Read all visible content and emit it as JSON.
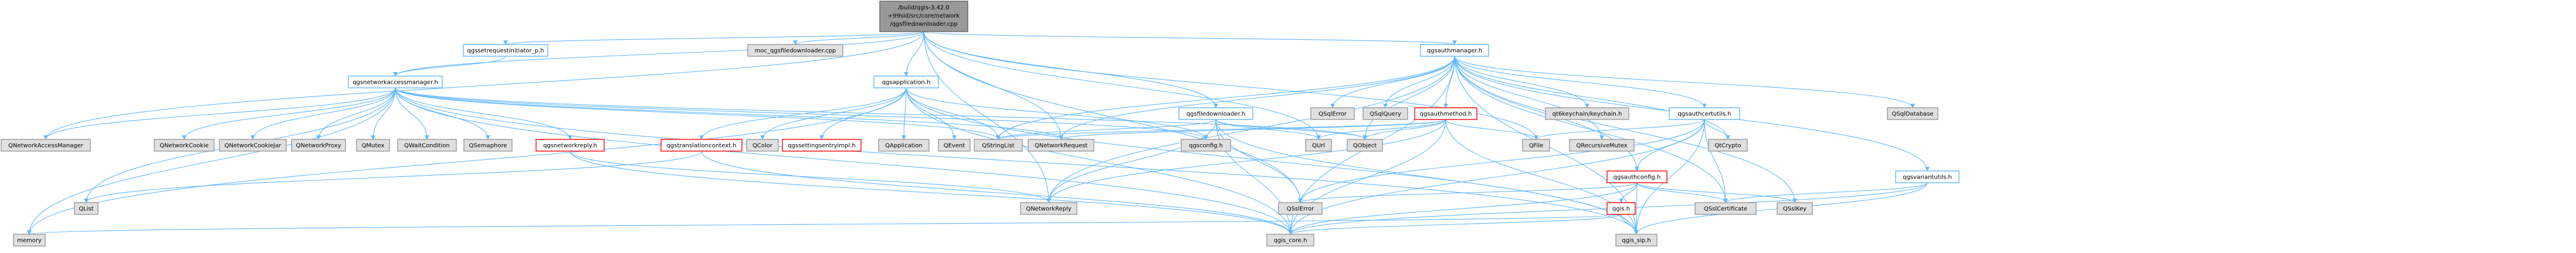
{
  "graph": {
    "title": "Include dependency graph",
    "colors": {
      "edge": "#63B8FF",
      "node_fill": "#ffffff",
      "node_stroke": "#63B8FF",
      "external_fill": "#E0E0E0",
      "external_stroke": "#999999",
      "root_fill": "#999999",
      "root_stroke": "#666666",
      "highlight_stroke": "#FF0000"
    },
    "nodes": [
      {
        "id": "root",
        "label": "/build/qgis-3.42.0+99sid/src/core/network/qgsfiledownloader.cpp",
        "lines": [
          "/build/qgis-3.42.0",
          "+99sid/src/core/network",
          "/qgsfiledownloader.cpp"
        ],
        "kind": "root"
      },
      {
        "id": "qgssetrequestinitiator",
        "label": "qgssetrequestinitiator_p.h",
        "kind": "file"
      },
      {
        "id": "moc",
        "label": "moc_qgsfiledownloader.cpp",
        "kind": "external"
      },
      {
        "id": "qgsauthmanager",
        "label": "qgsauthmanager.h",
        "kind": "file"
      },
      {
        "id": "qgsnetworkaccessmanager",
        "label": "qgsnetworkaccessmanager.h",
        "kind": "file"
      },
      {
        "id": "qgsapplication",
        "label": "qgsapplication.h",
        "kind": "file"
      },
      {
        "id": "qgsfiledownloader",
        "label": "qgsfiledownloader.h",
        "kind": "file"
      },
      {
        "id": "QSqlError",
        "label": "QSqlError",
        "kind": "external"
      },
      {
        "id": "QSqlQuery",
        "label": "QSqlQuery",
        "kind": "external"
      },
      {
        "id": "qgsauthmethod",
        "label": "qgsauthmethod.h",
        "kind": "highlight"
      },
      {
        "id": "qt6keychain",
        "label": "qt6keychain/keychain.h",
        "kind": "external"
      },
      {
        "id": "qgsauthcertutils",
        "label": "qgsauthcertutils.h",
        "kind": "file"
      },
      {
        "id": "QSqlDatabase",
        "label": "QSqlDatabase",
        "kind": "external"
      },
      {
        "id": "QNetworkAccessManager",
        "label": "QNetworkAccessManager",
        "kind": "external"
      },
      {
        "id": "QNetworkCookie",
        "label": "QNetworkCookie",
        "kind": "external"
      },
      {
        "id": "QNetworkCookieJar",
        "label": "QNetworkCookieJar",
        "kind": "external"
      },
      {
        "id": "QNetworkProxy",
        "label": "QNetworkProxy",
        "kind": "external"
      },
      {
        "id": "QMutex",
        "label": "QMutex",
        "kind": "external"
      },
      {
        "id": "QWaitCondition",
        "label": "QWaitCondition",
        "kind": "external"
      },
      {
        "id": "QSemaphore",
        "label": "QSemaphore",
        "kind": "external"
      },
      {
        "id": "qgsnetworkreply",
        "label": "qgsnetworkreply.h",
        "kind": "highlight"
      },
      {
        "id": "qgstranslationcontext",
        "label": "qgstranslationcontext.h",
        "kind": "highlight"
      },
      {
        "id": "QColor",
        "label": "QColor",
        "kind": "external"
      },
      {
        "id": "qgssettingsentryimpl",
        "label": "qgssettingsentryimpl.h",
        "kind": "highlight"
      },
      {
        "id": "QApplication",
        "label": "QApplication",
        "kind": "external"
      },
      {
        "id": "QEvent",
        "label": "QEvent",
        "kind": "external"
      },
      {
        "id": "QStringList",
        "label": "QStringList",
        "kind": "external"
      },
      {
        "id": "QNetworkRequest",
        "label": "QNetworkRequest",
        "kind": "external"
      },
      {
        "id": "qgsconfig",
        "label": "qgsconfig.h",
        "kind": "external"
      },
      {
        "id": "QUrl",
        "label": "QUrl",
        "kind": "external"
      },
      {
        "id": "QObject",
        "label": "QObject",
        "kind": "external"
      },
      {
        "id": "QFile",
        "label": "QFile",
        "kind": "external"
      },
      {
        "id": "QRecursiveMutex",
        "label": "QRecursiveMutex",
        "kind": "external"
      },
      {
        "id": "QtCrypto",
        "label": "QtCrypto",
        "kind": "external"
      },
      {
        "id": "qgsvariantutils",
        "label": "qgsvariantutils.h",
        "kind": "file"
      },
      {
        "id": "qgsauthconfig",
        "label": "qgsauthconfig.h",
        "kind": "highlight"
      },
      {
        "id": "QList",
        "label": "QList",
        "kind": "external"
      },
      {
        "id": "QNetworkReply",
        "label": "QNetworkReply",
        "kind": "external"
      },
      {
        "id": "QSslError",
        "label": "QSslError",
        "kind": "external"
      },
      {
        "id": "qgis",
        "label": "qgis.h",
        "kind": "highlight"
      },
      {
        "id": "QSslCertificate",
        "label": "QSslCertificate",
        "kind": "external"
      },
      {
        "id": "QSslKey",
        "label": "QSslKey",
        "kind": "external"
      },
      {
        "id": "memory",
        "label": "memory",
        "kind": "external"
      },
      {
        "id": "qgis_core",
        "label": "qgis_core.h",
        "kind": "external"
      },
      {
        "id": "qgis_sip",
        "label": "qgis_sip.h",
        "kind": "external"
      }
    ],
    "edges": [
      [
        "root",
        "qgssetrequestinitiator"
      ],
      [
        "root",
        "moc"
      ],
      [
        "root",
        "qgsauthmanager"
      ],
      [
        "root",
        "qgsnetworkaccessmanager"
      ],
      [
        "root",
        "qgsapplication"
      ],
      [
        "root",
        "qgsfiledownloader"
      ],
      [
        "root",
        "QNetworkAccessManager"
      ],
      [
        "root",
        "QNetworkRequest"
      ],
      [
        "root",
        "QNetworkReply"
      ],
      [
        "root",
        "QSslError"
      ],
      [
        "root",
        "QUrl"
      ],
      [
        "root",
        "QFile"
      ],
      [
        "qgssetrequestinitiator",
        "qgsnetworkaccessmanager"
      ],
      [
        "qgsauthmanager",
        "QSqlError"
      ],
      [
        "qgsauthmanager",
        "QSqlQuery"
      ],
      [
        "qgsauthmanager",
        "qgsauthmethod"
      ],
      [
        "qgsauthmanager",
        "qt6keychain"
      ],
      [
        "qgsauthmanager",
        "qgsauthcertutils"
      ],
      [
        "qgsauthmanager",
        "QSqlDatabase"
      ],
      [
        "qgsauthmanager",
        "QStringList"
      ],
      [
        "qgsauthmanager",
        "QObject"
      ],
      [
        "qgsauthmanager",
        "QRecursiveMutex"
      ],
      [
        "qgsauthmanager",
        "QtCrypto"
      ],
      [
        "qgsauthmanager",
        "qgsvariantutils"
      ],
      [
        "qgsauthmanager",
        "qgsauthconfig"
      ],
      [
        "qgsauthmanager",
        "QNetworkRequest"
      ],
      [
        "qgsauthmanager",
        "QNetworkReply"
      ],
      [
        "qgsauthmanager",
        "QSslCertificate"
      ],
      [
        "qgsauthmanager",
        "QSslKey"
      ],
      [
        "qgsauthmanager",
        "qgis_core"
      ],
      [
        "qgsauthmanager",
        "qgis_sip"
      ],
      [
        "qgsnetworkaccessmanager",
        "QNetworkAccessManager"
      ],
      [
        "qgsnetworkaccessmanager",
        "QNetworkCookie"
      ],
      [
        "qgsnetworkaccessmanager",
        "QNetworkCookieJar"
      ],
      [
        "qgsnetworkaccessmanager",
        "QNetworkProxy"
      ],
      [
        "qgsnetworkaccessmanager",
        "QMutex"
      ],
      [
        "qgsnetworkaccessmanager",
        "QWaitCondition"
      ],
      [
        "qgsnetworkaccessmanager",
        "QSemaphore"
      ],
      [
        "qgsnetworkaccessmanager",
        "qgsnetworkreply"
      ],
      [
        "qgsnetworkaccessmanager",
        "QStringList"
      ],
      [
        "qgsnetworkaccessmanager",
        "QNetworkRequest"
      ],
      [
        "qgsnetworkaccessmanager",
        "qgsconfig"
      ],
      [
        "qgsnetworkaccessmanager",
        "QObject"
      ],
      [
        "qgsnetworkaccessmanager",
        "memory"
      ],
      [
        "qgsnetworkaccessmanager",
        "QList"
      ],
      [
        "qgsnetworkaccessmanager",
        "qgis_core"
      ],
      [
        "qgsnetworkaccessmanager",
        "qgis_sip"
      ],
      [
        "qgsapplication",
        "qgstranslationcontext"
      ],
      [
        "qgsapplication",
        "QColor"
      ],
      [
        "qgsapplication",
        "qgssettingsentryimpl"
      ],
      [
        "qgsapplication",
        "QApplication"
      ],
      [
        "qgsapplication",
        "QEvent"
      ],
      [
        "qgsapplication",
        "QStringList"
      ],
      [
        "qgsapplication",
        "qgsconfig"
      ],
      [
        "qgsapplication",
        "memory"
      ],
      [
        "qgsapplication",
        "qgis_core"
      ],
      [
        "qgsapplication",
        "qgis_sip"
      ],
      [
        "qgsfiledownloader",
        "QObject"
      ],
      [
        "qgsfiledownloader",
        "QStringList"
      ],
      [
        "qgsfiledownloader",
        "QUrl"
      ],
      [
        "qgsfiledownloader",
        "QNetworkReply"
      ],
      [
        "qgsfiledownloader",
        "QSslError"
      ],
      [
        "qgsfiledownloader",
        "qgis_core"
      ],
      [
        "qgsfiledownloader",
        "qgis_sip"
      ],
      [
        "qgsauthmethod",
        "QObject"
      ],
      [
        "qgsauthmethod",
        "QFile"
      ],
      [
        "qgsauthmethod",
        "QNetworkRequest"
      ],
      [
        "qgsauthmethod",
        "QNetworkReply"
      ],
      [
        "qgsauthmethod",
        "QStringList"
      ],
      [
        "qgsauthmethod",
        "QUrl"
      ],
      [
        "qgsauthmethod",
        "qgis_core"
      ],
      [
        "qgsauthmethod",
        "qgis_sip"
      ],
      [
        "qgsauthcertutils",
        "QFile"
      ],
      [
        "qgsauthcertutils",
        "QtCrypto"
      ],
      [
        "qgsauthcertutils",
        "QSslCertificate"
      ],
      [
        "qgsauthcertutils",
        "QSslError"
      ],
      [
        "qgsauthcertutils",
        "qgsauthconfig"
      ],
      [
        "qgsauthcertutils",
        "qgis_core"
      ],
      [
        "qgsauthcertutils",
        "qgis_sip"
      ],
      [
        "qgsauthconfig",
        "QSslCertificate"
      ],
      [
        "qgsauthconfig",
        "QSslKey"
      ],
      [
        "qgsauthconfig",
        "QSslError"
      ],
      [
        "qgsauthconfig",
        "qgis"
      ],
      [
        "qgsauthconfig",
        "qgis_core"
      ],
      [
        "qgsauthconfig",
        "qgis_sip"
      ],
      [
        "qgsvariantutils",
        "QSslCertificate"
      ],
      [
        "qgsvariantutils",
        "qgis_core"
      ],
      [
        "qgsvariantutils",
        "qgis_sip"
      ],
      [
        "qgsnetworkreply",
        "QNetworkReply"
      ],
      [
        "qgsnetworkreply",
        "qgis_core"
      ],
      [
        "qgstranslationcontext",
        "QList"
      ],
      [
        "qgstranslationcontext",
        "qgis_core"
      ],
      [
        "qgis",
        "memory"
      ],
      [
        "qgis",
        "qgis_core"
      ],
      [
        "qgis",
        "qgis_sip"
      ]
    ]
  }
}
